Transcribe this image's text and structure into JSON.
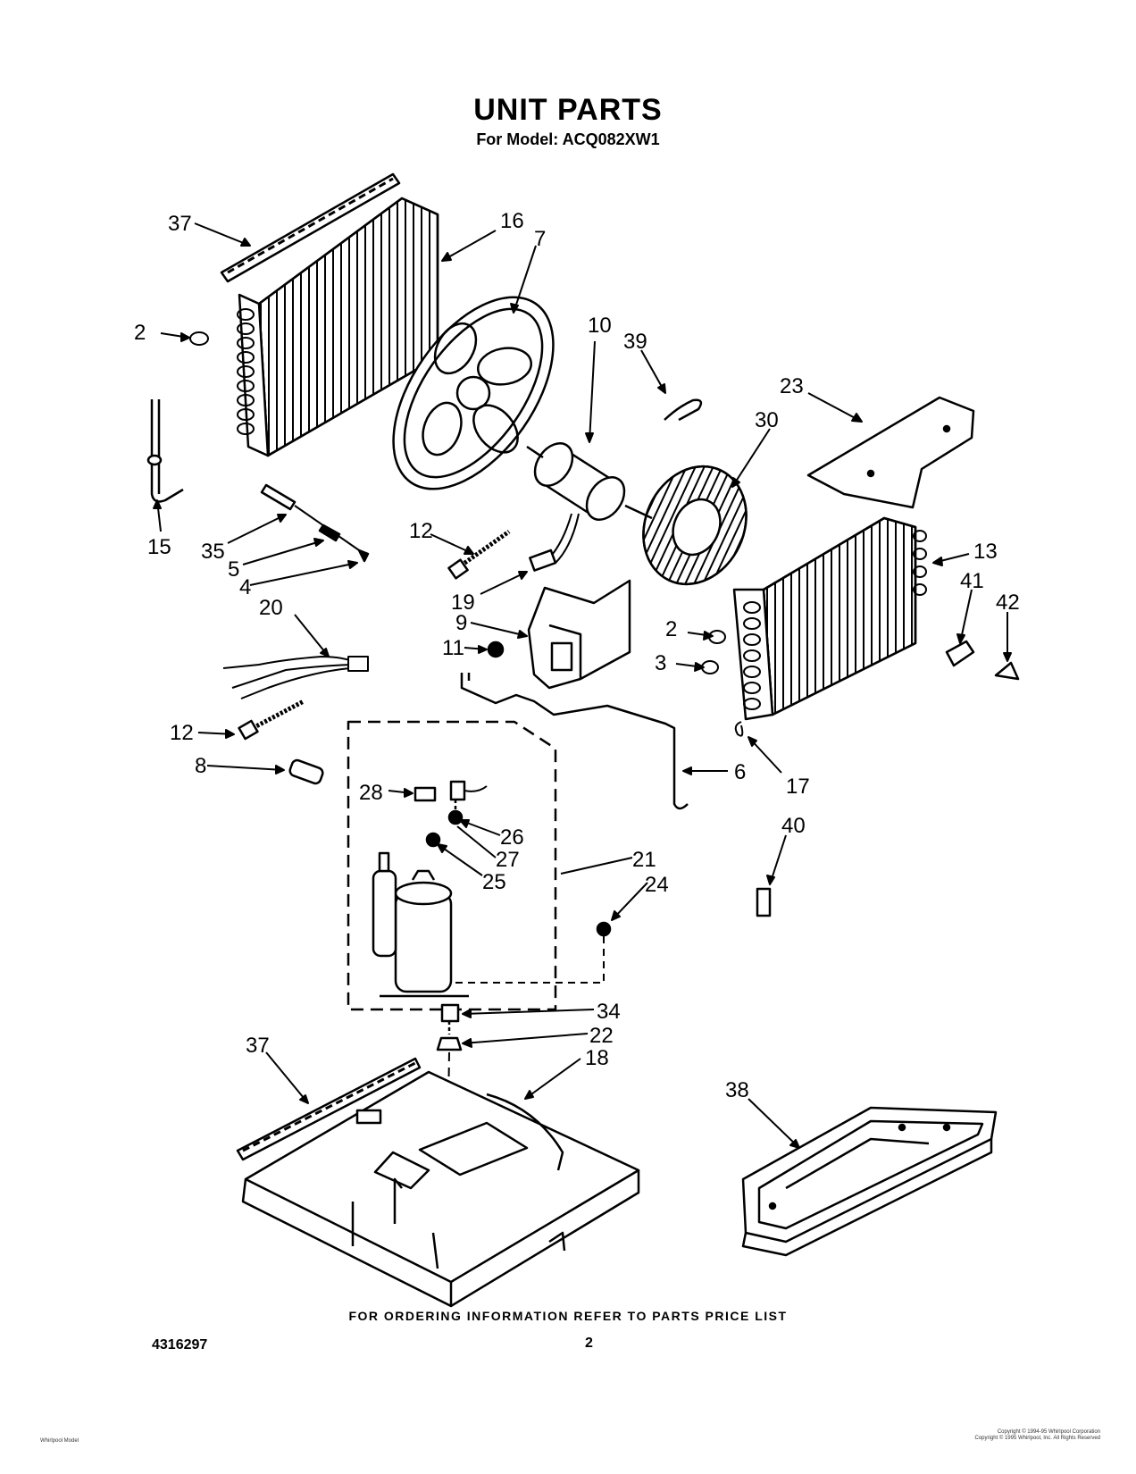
{
  "header": {
    "title": "UNIT PARTS",
    "subtitle": "For Model: ACQ082XW1"
  },
  "callouts": [
    {
      "id": "c37a",
      "label": "37"
    },
    {
      "id": "c16",
      "label": "16"
    },
    {
      "id": "c7",
      "label": "7"
    },
    {
      "id": "c2a",
      "label": "2"
    },
    {
      "id": "c10",
      "label": "10"
    },
    {
      "id": "c39",
      "label": "39"
    },
    {
      "id": "c23",
      "label": "23"
    },
    {
      "id": "c30",
      "label": "30"
    },
    {
      "id": "c15",
      "label": "15"
    },
    {
      "id": "c35",
      "label": "35"
    },
    {
      "id": "c5",
      "label": "5"
    },
    {
      "id": "c4",
      "label": "4"
    },
    {
      "id": "c12a",
      "label": "12"
    },
    {
      "id": "c13",
      "label": "13"
    },
    {
      "id": "c41",
      "label": "41"
    },
    {
      "id": "c42",
      "label": "42"
    },
    {
      "id": "c19",
      "label": "19"
    },
    {
      "id": "c20",
      "label": "20"
    },
    {
      "id": "c9",
      "label": "9"
    },
    {
      "id": "c2b",
      "label": "2"
    },
    {
      "id": "c11",
      "label": "11"
    },
    {
      "id": "c3",
      "label": "3"
    },
    {
      "id": "c12b",
      "label": "12"
    },
    {
      "id": "c8",
      "label": "8"
    },
    {
      "id": "c6",
      "label": "6"
    },
    {
      "id": "c17",
      "label": "17"
    },
    {
      "id": "c28",
      "label": "28"
    },
    {
      "id": "c26",
      "label": "26"
    },
    {
      "id": "c27",
      "label": "27"
    },
    {
      "id": "c40",
      "label": "40"
    },
    {
      "id": "c21",
      "label": "21"
    },
    {
      "id": "c25",
      "label": "25"
    },
    {
      "id": "c24",
      "label": "24"
    },
    {
      "id": "c34",
      "label": "34"
    },
    {
      "id": "c22",
      "label": "22"
    },
    {
      "id": "c37b",
      "label": "37"
    },
    {
      "id": "c18",
      "label": "18"
    },
    {
      "id": "c38",
      "label": "38"
    }
  ],
  "footer": {
    "note": "FOR ORDERING INFORMATION REFER TO PARTS PRICE LIST",
    "document_number": "4316297",
    "page_number": "2",
    "copyright_left": "Whirlpool Model",
    "copyright_right_1": "Copyright © 1994-95 Whirlpool Corporation",
    "copyright_right_2": "Copyright © 1995 Whirlpool, Inc. All Rights Reserved"
  }
}
